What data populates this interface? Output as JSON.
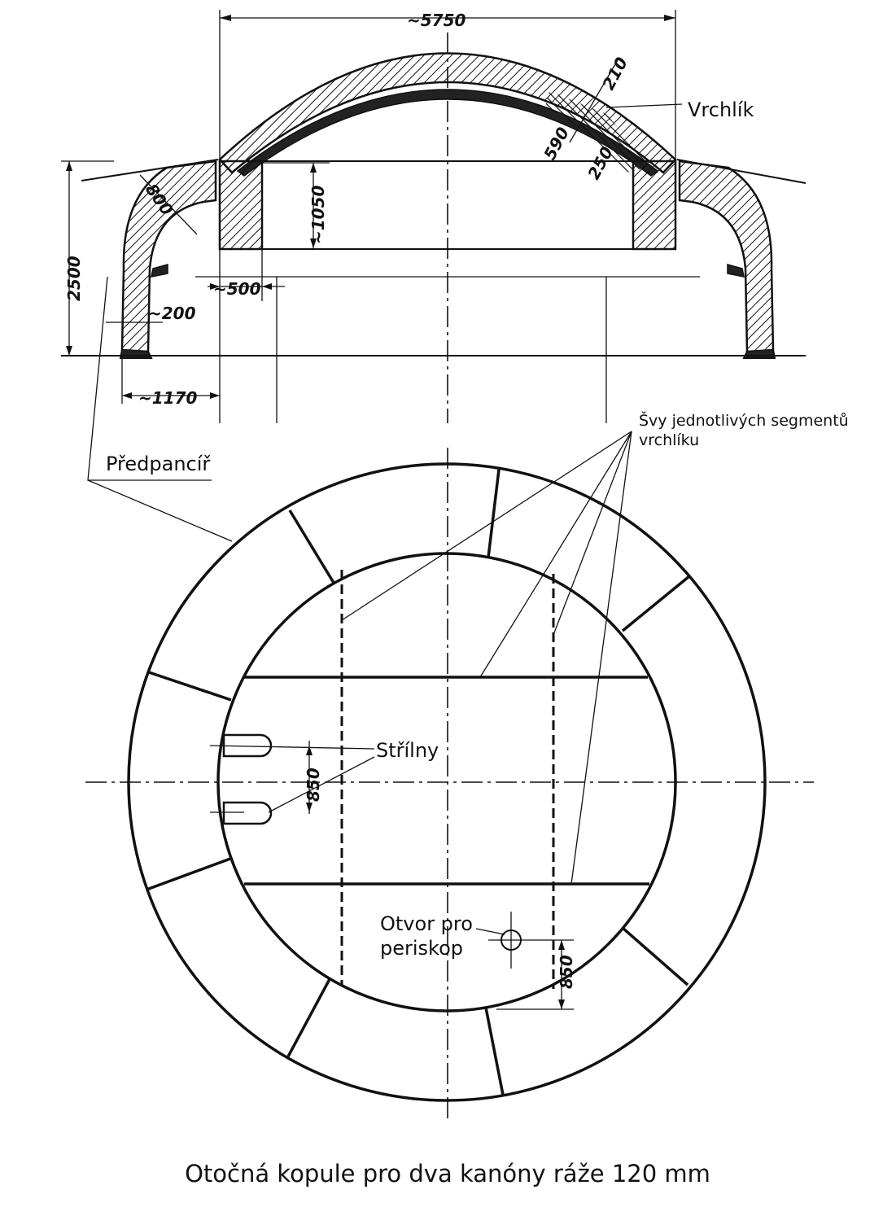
{
  "dimensions": {
    "width": "~5750",
    "roof_outer": "210",
    "roof_total": "590",
    "roof_inner": "250",
    "ring_height": "~1050",
    "total_height": "2500",
    "bevel": "800",
    "ring_width": "~500",
    "wall": "~200",
    "base_width": "~1170",
    "embrasure_spacing": "850",
    "periscope_offset": "850"
  },
  "labels": {
    "roof": "Vrchlík",
    "seams_line1": "Švy jednotlivých segmentů",
    "seams_line2": "vrchlíku",
    "glacis": "Předpancíř",
    "embrasures": "Střílny",
    "periscope_line1": "Otvor pro",
    "periscope_line2": "periskop"
  },
  "caption": "Otočná kopule pro dva kanóny ráže 120 mm"
}
